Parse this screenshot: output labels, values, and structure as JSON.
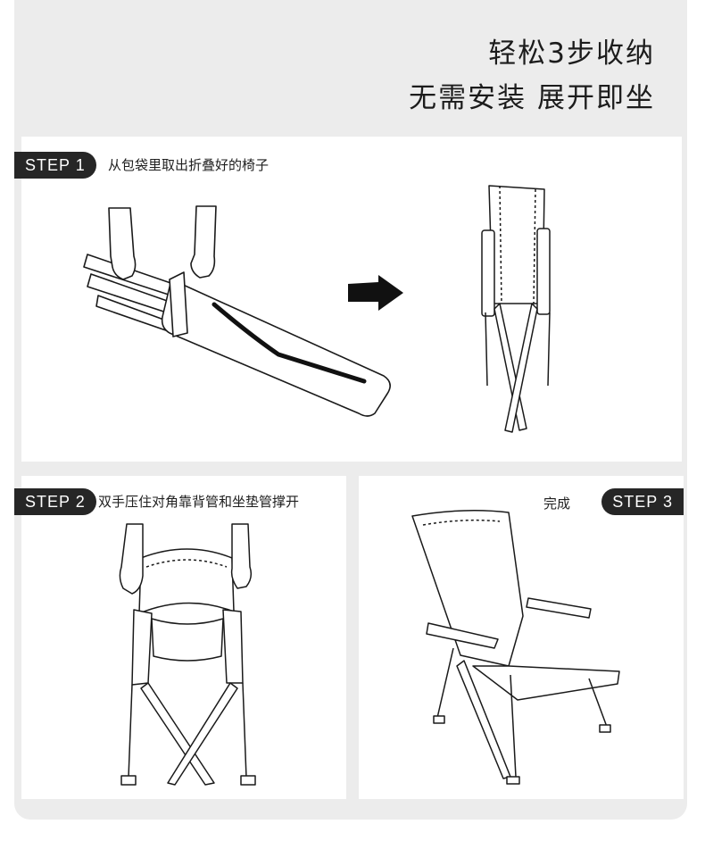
{
  "header": {
    "line1": "轻松3步收纳",
    "line2": "无需安装 展开即坐"
  },
  "steps": [
    {
      "label": "STEP  1",
      "caption": "从包袋里取出折叠好的椅子"
    },
    {
      "label": "STEP 2",
      "caption": "双手压住对角靠背管和坐垫管撑开"
    },
    {
      "label": "STEP  3",
      "caption": "完成"
    }
  ],
  "icons": {
    "bag_hands": "hands-pulling-bag-icon",
    "arrow": "arrow-right-icon",
    "folded_chair": "folded-chair-icon",
    "unfolding_chair": "hands-unfolding-chair-icon",
    "chair": "camping-chair-icon"
  },
  "colors": {
    "background": "#ececec",
    "panel": "#ffffff",
    "badge": "#262626",
    "ink": "#1c1c1c"
  }
}
